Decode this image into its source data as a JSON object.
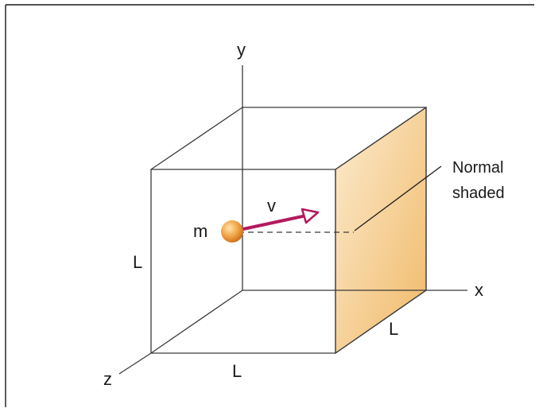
{
  "labels": {
    "y_axis": "y",
    "x_axis": "x",
    "z_axis": "z",
    "mass": "m",
    "velocity": "v",
    "edge_left": "L",
    "edge_bottom": "L",
    "edge_depth": "L",
    "note_line1": "Normal",
    "note_line2": "shaded"
  },
  "colors": {
    "face_light": "#fbe6c4",
    "face_dark": "#f1bd72",
    "ball_light": "#ffe2a8",
    "ball_dark": "#d9791e",
    "arrow": "#b3195e",
    "lines": "#3a3a3a"
  }
}
